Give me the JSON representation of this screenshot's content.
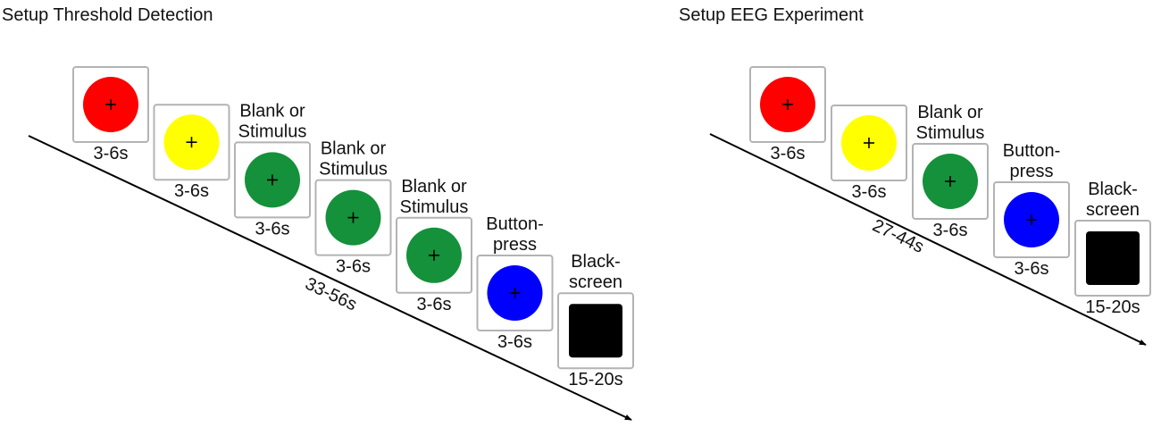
{
  "colors": {
    "red": "#ff0000",
    "yellow": "#ffff00",
    "green": "#14913a",
    "blue": "#0000ff",
    "black": "#000000",
    "frame": "#b3b3b3",
    "arrow": "#000000"
  },
  "panels": [
    {
      "id": "threshold",
      "title": "Setup Threshold Detection",
      "total": "33-56s",
      "steps": [
        {
          "type": "circle",
          "color": "red",
          "label": "",
          "duration": "3-6s"
        },
        {
          "type": "circle",
          "color": "yellow",
          "label": "",
          "duration": "3-6s"
        },
        {
          "type": "circle",
          "color": "green",
          "label": "Blank or\nStimulus",
          "duration": "3-6s"
        },
        {
          "type": "circle",
          "color": "green",
          "label": "Blank or\nStimulus",
          "duration": "3-6s"
        },
        {
          "type": "circle",
          "color": "green",
          "label": "Blank or\nStimulus",
          "duration": "3-6s"
        },
        {
          "type": "circle",
          "color": "blue",
          "label": "Button-\npress",
          "duration": "3-6s"
        },
        {
          "type": "square",
          "color": "black",
          "label": "Black-\nscreen",
          "duration": "15-20s"
        }
      ]
    },
    {
      "id": "eeg",
      "title": "Setup EEG Experiment",
      "total": "27-44s",
      "steps": [
        {
          "type": "circle",
          "color": "red",
          "label": "",
          "duration": "3-6s"
        },
        {
          "type": "circle",
          "color": "yellow",
          "label": "",
          "duration": "3-6s"
        },
        {
          "type": "circle",
          "color": "green",
          "label": "Blank or\nStimulus",
          "duration": "3-6s"
        },
        {
          "type": "circle",
          "color": "blue",
          "label": "Button-\npress",
          "duration": "3-6s"
        },
        {
          "type": "square",
          "color": "black",
          "label": "Black-\nscreen",
          "duration": "15-20s"
        }
      ]
    }
  ]
}
